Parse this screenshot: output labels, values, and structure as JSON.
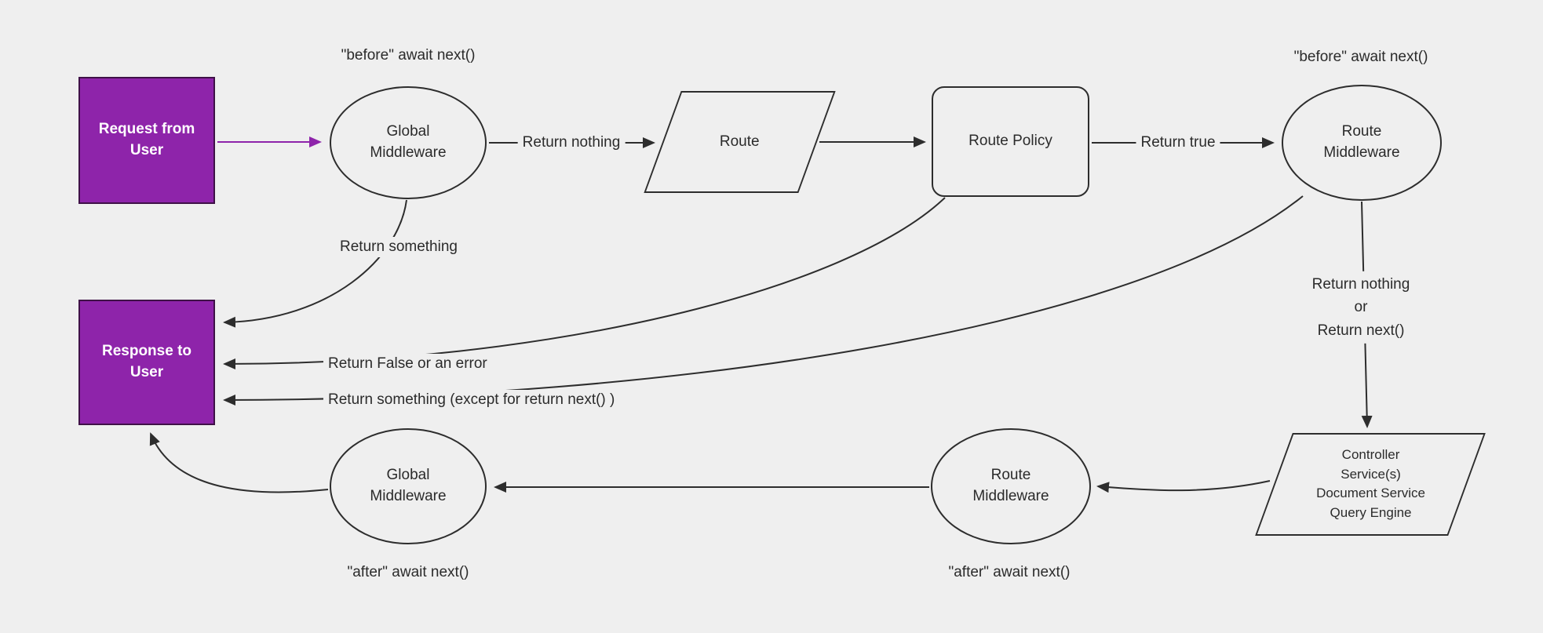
{
  "colors": {
    "background": "#efefef",
    "stroke": "#2d2d2d",
    "purple": "#8e24aa",
    "purple_border": "#3f1147",
    "text": "#2b2b2b",
    "node_text_on_purple": "#ffffff"
  },
  "nodes": {
    "request": {
      "label": "Request from\nUser"
    },
    "global_mw_top": {
      "label": "Global\nMiddleware"
    },
    "route": {
      "label": "Route"
    },
    "route_policy": {
      "label": "Route Policy"
    },
    "route_mw_top": {
      "label": "Route\nMiddleware"
    },
    "response": {
      "label": "Response to\nUser"
    },
    "controller": {
      "label": "Controller\nService(s)\nDocument Service\nQuery Engine"
    },
    "route_mw_bottom": {
      "label": "Route\nMiddleware"
    },
    "global_mw_bottom": {
      "label": "Global\nMiddleware"
    }
  },
  "labels": {
    "before_next_left": "\"before\" await next()",
    "before_next_right": "\"before\" await next()",
    "return_nothing": "Return nothing",
    "return_true": "Return true",
    "return_something": "Return something",
    "return_false": "Return False or an error",
    "return_something_except": "Return something (except for return next() )",
    "return_nothing_or": "Return nothing\nor\nReturn next()",
    "after_next_left": "\"after\" await next()",
    "after_next_mid": "\"after\" await next()"
  }
}
